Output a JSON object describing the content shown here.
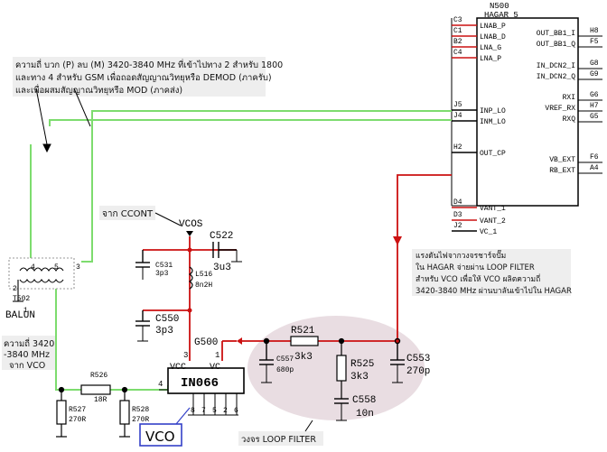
{
  "ic": {
    "title": "N500",
    "subtitle": "HAGAR_5",
    "left_pins": [
      {
        "num": "C3",
        "name": "LNAB_P"
      },
      {
        "num": "C1",
        "name": "LNAB_D"
      },
      {
        "num": "B2",
        "name": "LNA_G"
      },
      {
        "num": "C4",
        "name": "LNA_P"
      },
      {
        "num": "J5",
        "name": "INP_LO"
      },
      {
        "num": "J4",
        "name": "INM_LO"
      },
      {
        "num": "H2",
        "name": "OUT_CP"
      },
      {
        "num": "D4",
        "name": "VANT_1"
      },
      {
        "num": "D3",
        "name": "VANT_2"
      },
      {
        "num": "J2",
        "name": "VC_1"
      }
    ],
    "right_pins": [
      {
        "num": "H8",
        "name": "OUT_BB1_I"
      },
      {
        "num": "F5",
        "name": "OUT_BB1_Q"
      },
      {
        "num": "G8",
        "name": "IN_DCN2_I"
      },
      {
        "num": "G9",
        "name": "IN_DCN2_Q"
      },
      {
        "num": "G6",
        "name": "RXI"
      },
      {
        "num": "H7",
        "name": "VREF_RX"
      },
      {
        "num": "G5",
        "name": "RXQ"
      },
      {
        "num": "F6",
        "name": "VB_EXT"
      },
      {
        "num": "A4",
        "name": "RB_EXT"
      }
    ]
  },
  "notes": {
    "freq_line1": "ความถี่ บวก (P) ลบ (M) 3420-3840 MHz ที่เข้าไปทาง 2 สำหรับ 1800",
    "freq_line2": "และทาง 4 สำหรับ GSM เพื่อถอดสัญญาณวิทยุหรือ DEMOD (ภาครับ)",
    "freq_line3": "และเพื่อผสมสัญญาณวิทยุหรือ MOD (ภาคส่ง)",
    "ccont": "จาก CCONT",
    "vco_in_line1": "ความถี่ 3420",
    "vco_in_line2": "-3840 MHz",
    "vco_in_line3": "จาก VCO",
    "hagar_line1": "แรงดันไฟจากวงจรชาร์จปั๊ม",
    "hagar_line2": "ใน HAGAR จ่ายผ่าน LOOP FILTER",
    "hagar_line3": "สำหรับ VCO เพื่อให้ VCO ผลิตความถี่",
    "hagar_line4": "3420-3840 MHz ผ่านบาลันเข้าไปใน HAGAR",
    "loop_filter": "วงจร LOOP FILTER",
    "vco_box": "VCO"
  },
  "components": {
    "vcos": "VCOS",
    "c522": "C522",
    "c522_val": "3u3",
    "c531": "C531",
    "c531_val": "3p3",
    "l516": "L516",
    "l516_val": "8n2H",
    "c550": "C550",
    "c550_val": "3p3",
    "g500": "G500",
    "vco_chip": "IN066",
    "vcc": "VCC",
    "vc": "VC",
    "pin3": "3",
    "pin1": "1",
    "pin4": "4",
    "bottom_pins": [
      "8",
      "7",
      "5",
      "2",
      "6"
    ],
    "r526": "R526",
    "r526_val": "18R",
    "r527": "R527",
    "r527_val": "270R",
    "r528": "R528",
    "r528_val": "270R",
    "r521": "R521",
    "r521_val": "3k3",
    "c557": "C557",
    "c557_val": "680p",
    "r525": "R525",
    "r525_val": "3k3",
    "c553": "C553",
    "c553_val": "270p",
    "c558": "C558",
    "c558_val": "10n",
    "t502": "T502",
    "balun": "BALUN",
    "balun_pins": [
      "4",
      "5",
      "3",
      "2",
      "1"
    ]
  },
  "colors": {
    "signal_green": "#7ddc6e",
    "feed_red": "#cc1111",
    "loop_fill": "#e9dde2",
    "vco_border": "#3340c8",
    "note_bg": "#eeeeee"
  }
}
